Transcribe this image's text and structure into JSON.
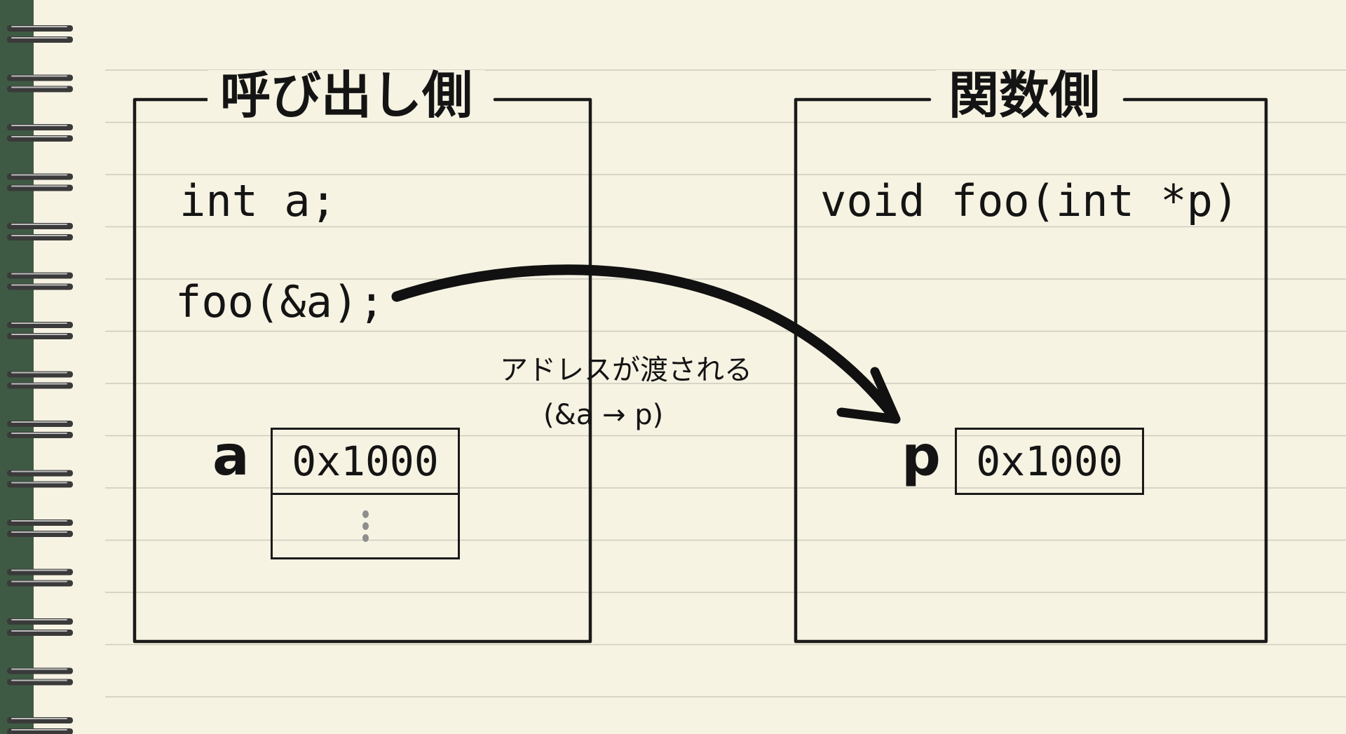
{
  "caller": {
    "heading": "呼び出し側",
    "declaration": "int a;",
    "call": "foo(&a);",
    "var_name": "a",
    "memory": {
      "value": "0x1000"
    }
  },
  "callee": {
    "heading": "関数側",
    "signature": "void foo(int *p)",
    "param_name": "p",
    "memory": {
      "value": "0x1000"
    }
  },
  "arrow": {
    "caption_line1": "アドレスが渡される",
    "caption_line2": "(&a → p)"
  },
  "colors": {
    "paper": "#f7f3e3",
    "ruled_line": "#cfcbbd",
    "ink": "#141414",
    "spine": "#3f5a44",
    "ring": "#3a3a3a",
    "ellipsis_dots": "#8e8e8e"
  },
  "icons": {
    "binding": "spiral-binding-icon",
    "arrow": "curved-arrow-icon"
  }
}
